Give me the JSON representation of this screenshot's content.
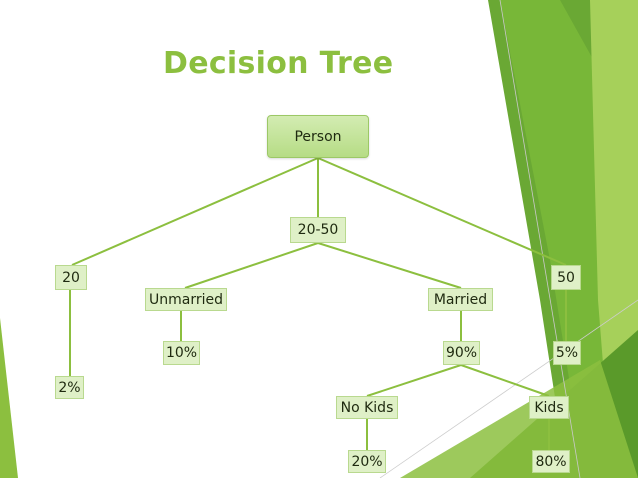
{
  "title": "Decision Tree",
  "colors": {
    "title": "#8cbf3f",
    "node_fill": "#dff0c7",
    "node_border": "#b9d98f",
    "connector": "#8cbf3f",
    "accent_dark": "#5a9a2a",
    "accent_mid": "#7ab838",
    "accent_light": "#a6d05a"
  },
  "tree": {
    "root": "Person",
    "age_left": "20",
    "age_mid": "20-50",
    "age_right": "50",
    "unmarried": "Unmarried",
    "married": "Married",
    "pct_left": "2%",
    "pct_unmarried": "10%",
    "pct_married": "90%",
    "pct_right": "5%",
    "no_kids": "No Kids",
    "kids": "Kids",
    "pct_no_kids": "20%",
    "pct_kids": "80%"
  }
}
